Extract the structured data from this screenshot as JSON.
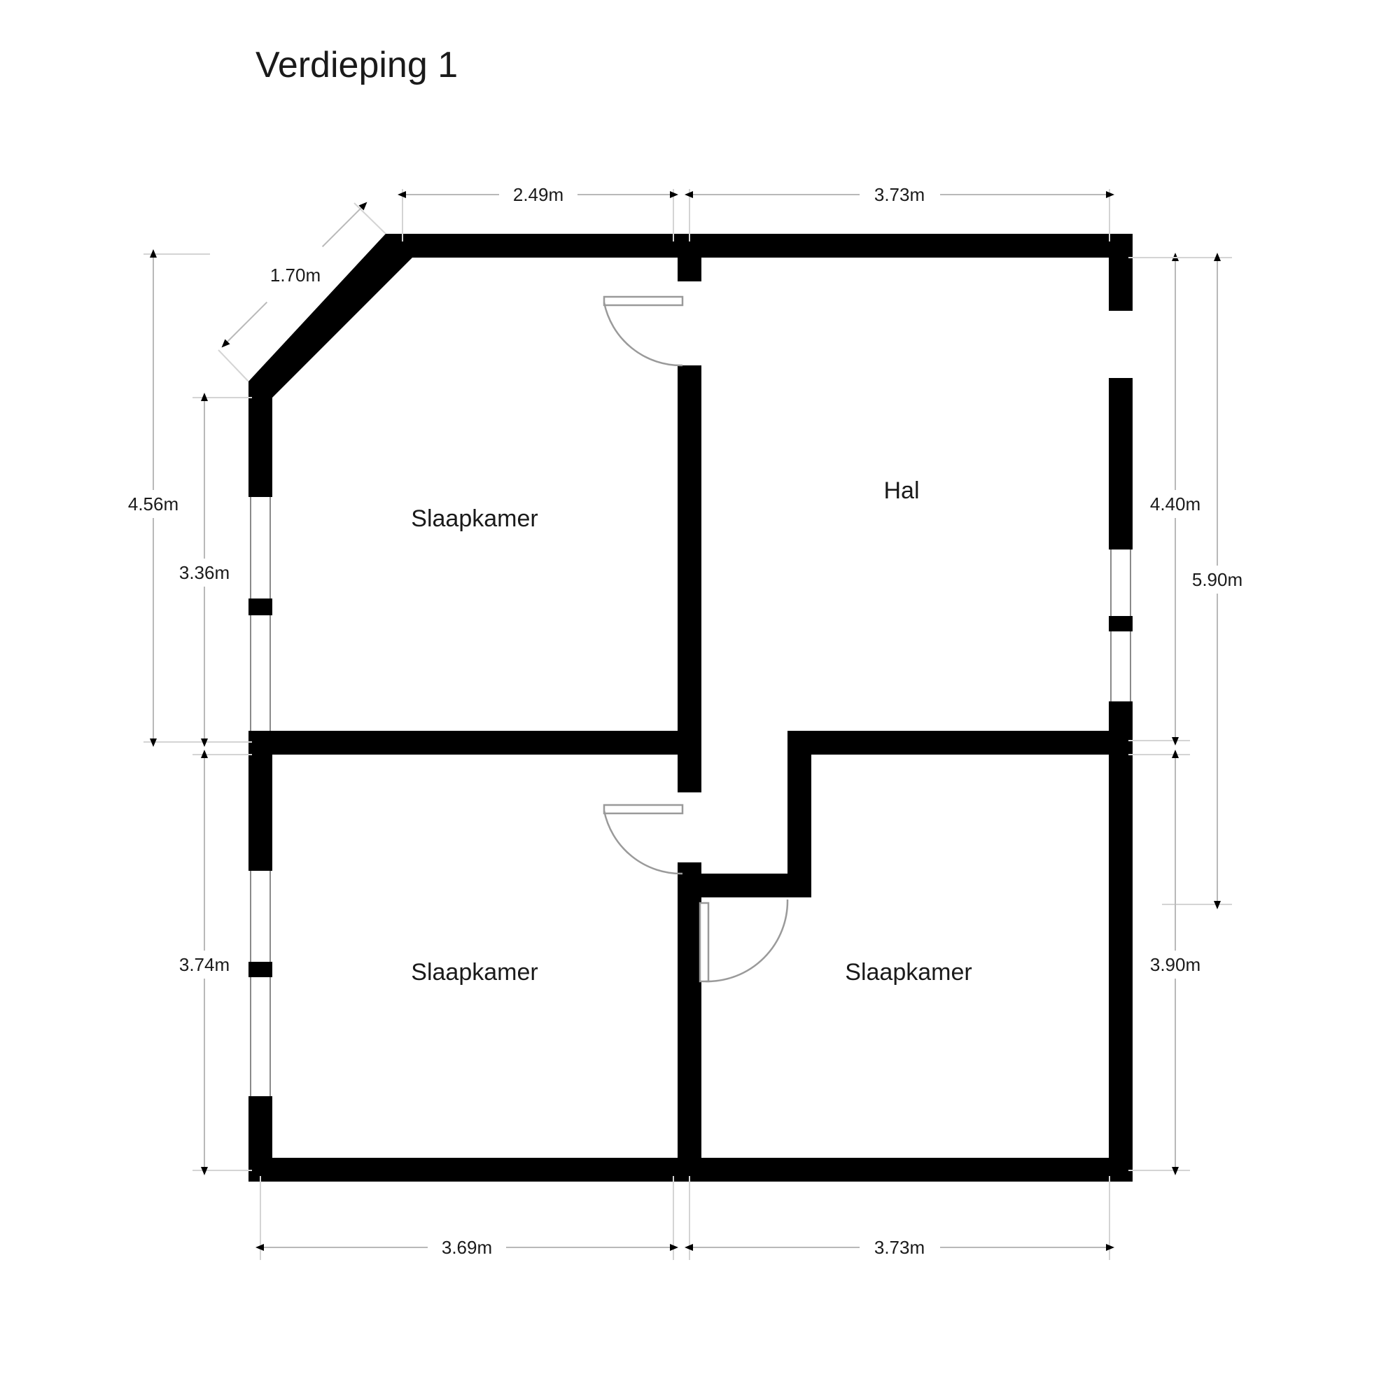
{
  "title": "Verdieping 1",
  "rooms": [
    {
      "name": "Slaapkamer",
      "id": "bedroom-top-left"
    },
    {
      "name": "Hal",
      "id": "hall"
    },
    {
      "name": "Slaapkamer",
      "id": "bedroom-bottom-left"
    },
    {
      "name": "Slaapkamer",
      "id": "bedroom-bottom-right"
    }
  ],
  "dimensions": {
    "top": [
      {
        "id": "top-left-span",
        "label": "2.49m"
      },
      {
        "id": "top-right-span",
        "label": "3.73m"
      }
    ],
    "diagonal": [
      {
        "id": "diagonal-wall",
        "label": "1.70m"
      }
    ],
    "left": [
      {
        "id": "left-outer-upper",
        "label": "4.56m"
      },
      {
        "id": "left-inner-upper",
        "label": "3.36m"
      },
      {
        "id": "left-lower",
        "label": "3.74m"
      }
    ],
    "right": [
      {
        "id": "right-inner-upper",
        "label": "4.40m"
      },
      {
        "id": "right-outer-upper",
        "label": "5.90m"
      },
      {
        "id": "right-lower",
        "label": "3.90m"
      }
    ],
    "bottom": [
      {
        "id": "bottom-left-span",
        "label": "3.69m"
      },
      {
        "id": "bottom-right-span",
        "label": "3.73m"
      }
    ]
  },
  "colors": {
    "wall": "#000000",
    "background": "#ffffff",
    "dimension_line": "#b9b9b9",
    "text": "#1a1a1a",
    "door": "#9a9a9a"
  }
}
